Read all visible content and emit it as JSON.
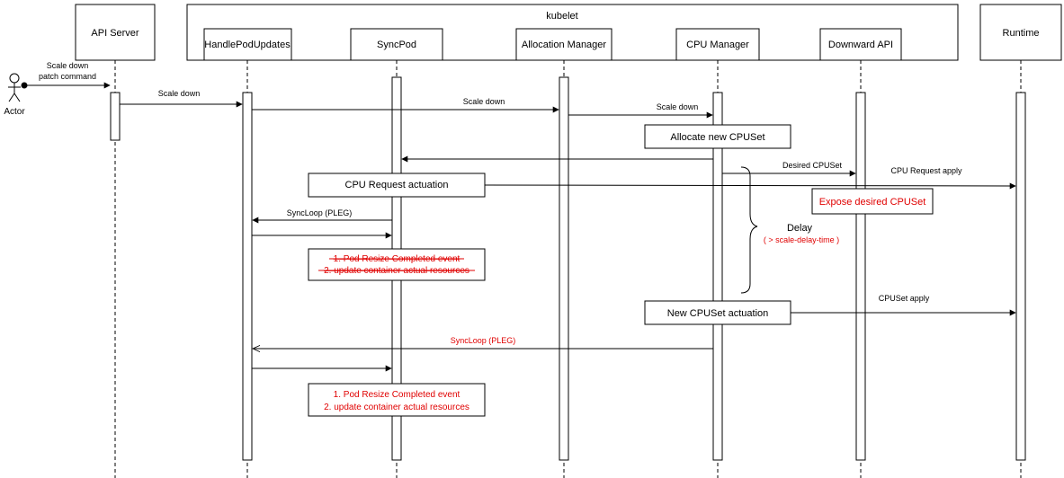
{
  "group": {
    "label": "kubelet"
  },
  "participants": {
    "api_server": "API Server",
    "handle_pod_updates": "HandlePodUpdates",
    "sync_pod": "SyncPod",
    "allocation_manager": "Allocation Manager",
    "cpu_manager": "CPU Manager",
    "downward_api": "Downward API",
    "runtime": "Runtime"
  },
  "actor": {
    "label": "Actor"
  },
  "messages": {
    "m1_line1": "Scale down",
    "m1_line2": "patch command",
    "m2": "Scale down",
    "m3": "Scale down",
    "m4": "Scale down",
    "m5": "Desired CPUSet",
    "m6": "CPU Request apply",
    "m7": "SyncLoop (PLEG)",
    "m8": "CPUSet apply",
    "m9": "SyncLoop (PLEG)"
  },
  "boxes": {
    "allocate": "Allocate new CPUSet",
    "cpu_request_actuation": "CPU Request actuation",
    "expose": "Expose desired CPUSet",
    "strike_line1": "1. Pod Resize Completed event",
    "strike_line2": "2. update container actual resources",
    "new_cpuset": "New CPUSet actuation",
    "final_line1": "1. Pod Resize Completed event",
    "final_line2": "2. update container actual resources"
  },
  "delay": {
    "label": "Delay",
    "detail": "( > scale-delay-time )"
  },
  "colors": {
    "accent": "#e00000",
    "line": "#000000"
  }
}
